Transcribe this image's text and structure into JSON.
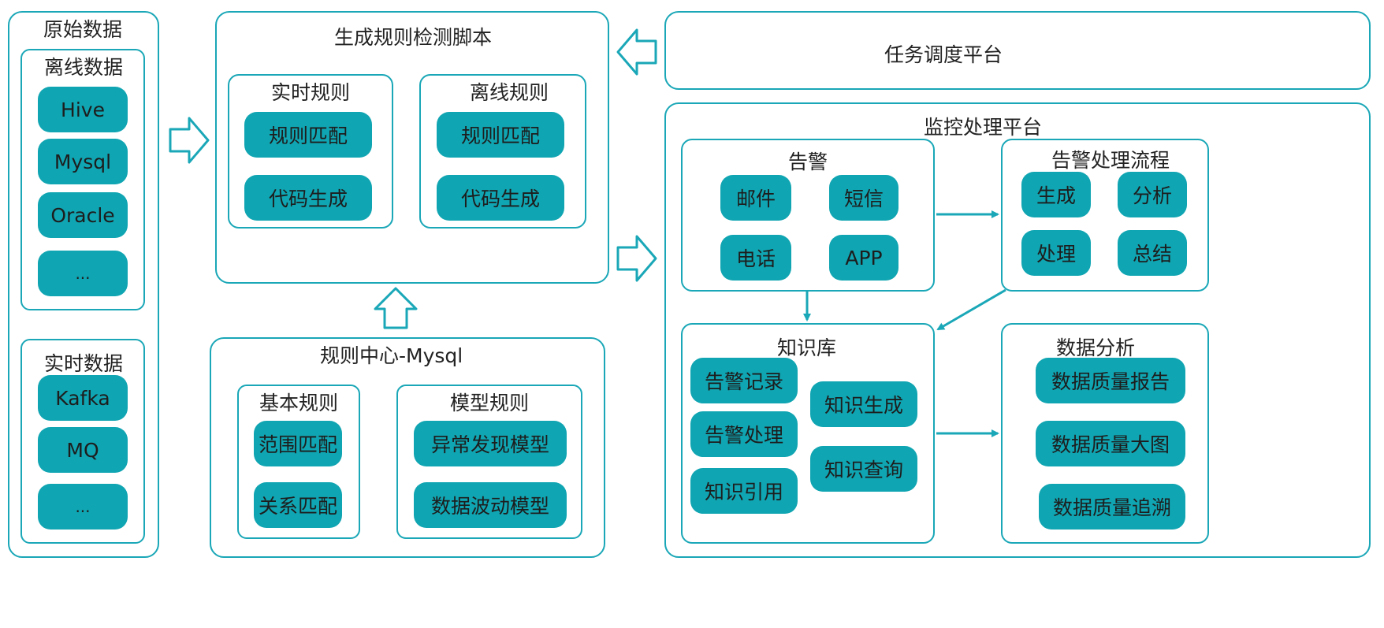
{
  "raw_data": {
    "title": "原始数据",
    "offline": {
      "title": "离线数据",
      "items": [
        "Hive",
        "Mysql",
        "Oracle",
        "..."
      ]
    },
    "realtime": {
      "title": "实时数据",
      "items": [
        "Kafka",
        "MQ",
        "..."
      ]
    }
  },
  "script_gen": {
    "title": "生成规则检测脚本",
    "realtime_rules": {
      "title": "实时规则",
      "items": [
        "规则匹配",
        "代码生成"
      ]
    },
    "offline_rules": {
      "title": "离线规则",
      "items": [
        "规则匹配",
        "代码生成"
      ]
    }
  },
  "rule_center": {
    "title": "规则中心-Mysql",
    "basic": {
      "title": "基本规则",
      "items": [
        "范围匹配",
        "关系匹配"
      ]
    },
    "model": {
      "title": "模型规则",
      "items": [
        "异常发现模型",
        "数据波动模型"
      ]
    }
  },
  "scheduler": {
    "title": "任务调度平台"
  },
  "monitor": {
    "title": "监控处理平台",
    "alert": {
      "title": "告警",
      "items": [
        "邮件",
        "短信",
        "电话",
        "APP"
      ]
    },
    "flow": {
      "title": "告警处理流程",
      "items": [
        "生成",
        "分析",
        "处理",
        "总结"
      ]
    },
    "kb": {
      "title": "知识库",
      "items": [
        "告警记录",
        "告警处理",
        "知识引用",
        "知识生成",
        "知识查询"
      ]
    },
    "analysis": {
      "title": "数据分析",
      "items": [
        "数据质量报告",
        "数据质量大图",
        "数据质量追溯"
      ]
    }
  },
  "colors": {
    "accent": "#10a5b2",
    "border": "#1aa7b7",
    "arrow": "#1aa7b7"
  }
}
